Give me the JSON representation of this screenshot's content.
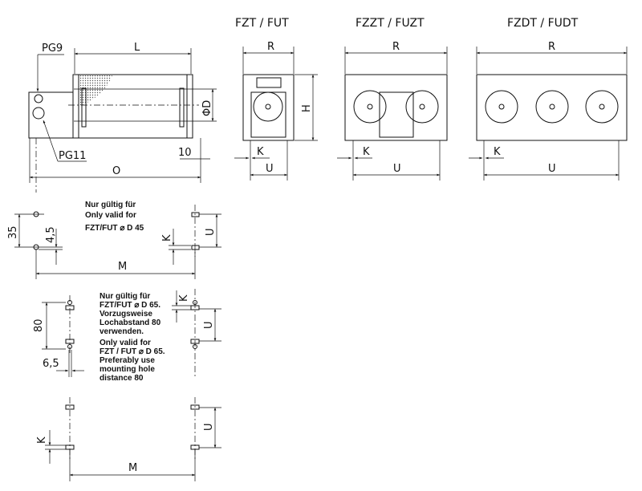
{
  "titles": {
    "fzt": "FZT / FUT",
    "fzzt": "FZZT / FUZT",
    "fzdt": "FZDT / FUDT"
  },
  "side_view": {
    "pg9": "PG9",
    "pg11": "PG11",
    "length": "L",
    "diameter": "ΦD",
    "foot": "10",
    "overall": "O"
  },
  "front_labels": {
    "width": "R",
    "height": "H",
    "hole_offset": "K",
    "hole_spacing": "U"
  },
  "pattern_45": {
    "note": [
      "Nur gültig für",
      "Only valid for",
      "FZT/FUT ⌀ D 45"
    ],
    "dim_35": "35",
    "dim_45": "4,5",
    "dim_m": "M",
    "dim_k": "K",
    "dim_u": "U"
  },
  "pattern_65": {
    "note_de": [
      "Nur gültig für",
      "FZT/FUT ⌀ D 65.",
      "Vorzugsweise",
      "Lochabstand 80",
      "verwenden."
    ],
    "note_en": [
      "Only valid for",
      "FZT / FUT ⌀ D 65.",
      "Preferably use",
      "mounting hole",
      "distance 80"
    ],
    "dim_80": "80",
    "dim_65": "6,5",
    "dim_k": "K",
    "dim_u": "U"
  },
  "pattern_general": {
    "dim_k": "K",
    "dim_u": "U",
    "dim_m": "M"
  }
}
